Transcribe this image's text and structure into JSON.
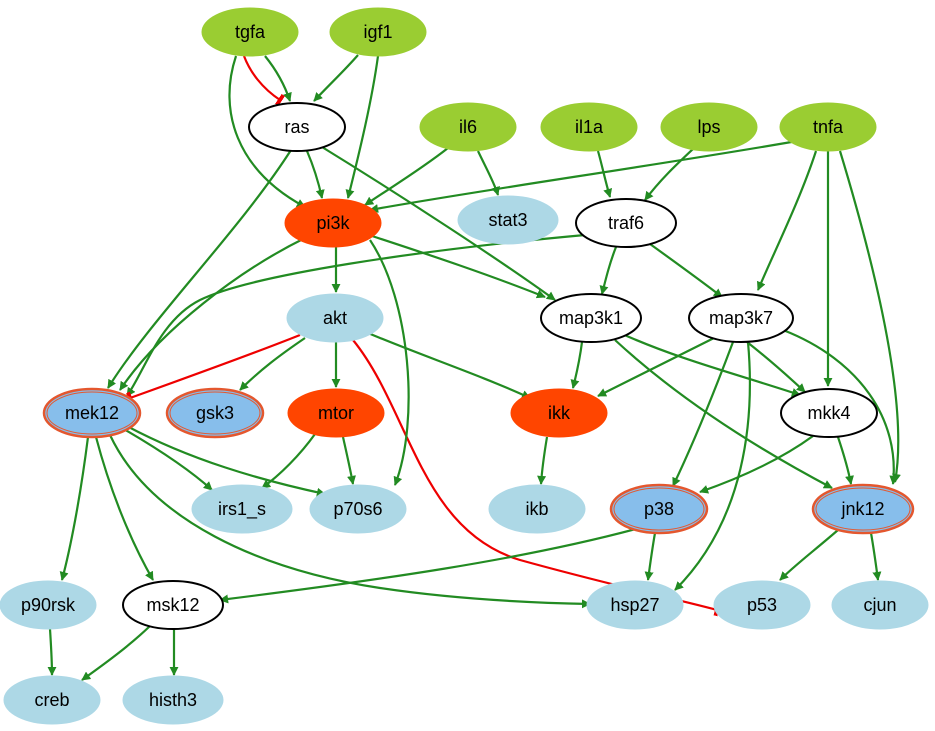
{
  "colors": {
    "stimulus": "#9ACD32",
    "inhibitor": "#FF4500",
    "readout": "#ADD8E6",
    "readout_dark": "#87BEEB",
    "hidden": "#FFFFFF",
    "activation_edge": "#228B22",
    "inhibition_edge": "#EE0000",
    "node_outline": "#000000",
    "inhibitor_outline": "#E4572E"
  },
  "nodes": {
    "tgfa": {
      "label": "tgfa",
      "type": "stimulus"
    },
    "igf1": {
      "label": "igf1",
      "type": "stimulus"
    },
    "ras": {
      "label": "ras",
      "type": "hidden"
    },
    "il6": {
      "label": "il6",
      "type": "stimulus"
    },
    "il1a": {
      "label": "il1a",
      "type": "stimulus"
    },
    "lps": {
      "label": "lps",
      "type": "stimulus"
    },
    "tnfa": {
      "label": "tnfa",
      "type": "stimulus"
    },
    "pi3k": {
      "label": "pi3k",
      "type": "inhibitor"
    },
    "stat3": {
      "label": "stat3",
      "type": "readout"
    },
    "traf6": {
      "label": "traf6",
      "type": "hidden"
    },
    "akt": {
      "label": "akt",
      "type": "readout"
    },
    "map3k1": {
      "label": "map3k1",
      "type": "hidden"
    },
    "map3k7": {
      "label": "map3k7",
      "type": "hidden"
    },
    "mek12": {
      "label": "mek12",
      "type": "readout-inhibited"
    },
    "gsk3": {
      "label": "gsk3",
      "type": "readout-inhibited"
    },
    "mtor": {
      "label": "mtor",
      "type": "inhibitor"
    },
    "ikk": {
      "label": "ikk",
      "type": "inhibitor"
    },
    "mkk4": {
      "label": "mkk4",
      "type": "hidden"
    },
    "irs1_s": {
      "label": "irs1_s",
      "type": "readout"
    },
    "p70s6": {
      "label": "p70s6",
      "type": "readout"
    },
    "ikb": {
      "label": "ikb",
      "type": "readout"
    },
    "p38": {
      "label": "p38",
      "type": "readout-inhibited"
    },
    "jnk12": {
      "label": "jnk12",
      "type": "readout-inhibited"
    },
    "p90rsk": {
      "label": "p90rsk",
      "type": "readout"
    },
    "msk12": {
      "label": "msk12",
      "type": "hidden"
    },
    "hsp27": {
      "label": "hsp27",
      "type": "readout"
    },
    "p53": {
      "label": "p53",
      "type": "readout"
    },
    "cjun": {
      "label": "cjun",
      "type": "readout"
    },
    "creb": {
      "label": "creb",
      "type": "readout"
    },
    "histh3": {
      "label": "histh3",
      "type": "readout"
    }
  },
  "edges": [
    {
      "from": "tgfa",
      "to": "ras",
      "type": "activation"
    },
    {
      "from": "tgfa",
      "to": "ras",
      "type": "inhibition"
    },
    {
      "from": "igf1",
      "to": "ras",
      "type": "activation"
    },
    {
      "from": "tgfa",
      "to": "pi3k",
      "type": "activation"
    },
    {
      "from": "igf1",
      "to": "pi3k",
      "type": "activation"
    },
    {
      "from": "ras",
      "to": "pi3k",
      "type": "activation"
    },
    {
      "from": "il6",
      "to": "pi3k",
      "type": "activation"
    },
    {
      "from": "tnfa",
      "to": "pi3k",
      "type": "activation"
    },
    {
      "from": "il6",
      "to": "stat3",
      "type": "activation"
    },
    {
      "from": "il1a",
      "to": "traf6",
      "type": "activation"
    },
    {
      "from": "lps",
      "to": "traf6",
      "type": "activation"
    },
    {
      "from": "ras",
      "to": "map3k1",
      "type": "activation"
    },
    {
      "from": "pi3k",
      "to": "map3k1",
      "type": "activation"
    },
    {
      "from": "traf6",
      "to": "map3k1",
      "type": "activation"
    },
    {
      "from": "traf6",
      "to": "map3k7",
      "type": "activation"
    },
    {
      "from": "tnfa",
      "to": "map3k7",
      "type": "activation"
    },
    {
      "from": "tnfa",
      "to": "mkk4",
      "type": "activation"
    },
    {
      "from": "tnfa",
      "to": "jnk12",
      "type": "activation"
    },
    {
      "from": "pi3k",
      "to": "akt",
      "type": "activation"
    },
    {
      "from": "ras",
      "to": "mek12",
      "type": "activation"
    },
    {
      "from": "pi3k",
      "to": "mek12",
      "type": "activation"
    },
    {
      "from": "traf6",
      "to": "mek12",
      "type": "activation"
    },
    {
      "from": "akt",
      "to": "mek12",
      "type": "inhibition"
    },
    {
      "from": "akt",
      "to": "gsk3",
      "type": "activation"
    },
    {
      "from": "akt",
      "to": "mtor",
      "type": "activation"
    },
    {
      "from": "akt",
      "to": "ikk",
      "type": "activation"
    },
    {
      "from": "akt",
      "to": "p53",
      "type": "inhibition"
    },
    {
      "from": "pi3k",
      "to": "p70s6",
      "type": "activation"
    },
    {
      "from": "map3k1",
      "to": "ikk",
      "type": "activation"
    },
    {
      "from": "map3k7",
      "to": "ikk",
      "type": "activation"
    },
    {
      "from": "map3k1",
      "to": "mkk4",
      "type": "activation"
    },
    {
      "from": "map3k7",
      "to": "mkk4",
      "type": "activation"
    },
    {
      "from": "map3k1",
      "to": "jnk12",
      "type": "activation"
    },
    {
      "from": "map3k7",
      "to": "jnk12",
      "type": "activation"
    },
    {
      "from": "map3k7",
      "to": "p38",
      "type": "activation"
    },
    {
      "from": "map3k7",
      "to": "hsp27",
      "type": "activation"
    },
    {
      "from": "mkk4",
      "to": "p38",
      "type": "activation"
    },
    {
      "from": "mkk4",
      "to": "jnk12",
      "type": "activation"
    },
    {
      "from": "ikk",
      "to": "ikb",
      "type": "activation"
    },
    {
      "from": "mtor",
      "to": "irs1_s",
      "type": "activation"
    },
    {
      "from": "mtor",
      "to": "p70s6",
      "type": "activation"
    },
    {
      "from": "mek12",
      "to": "irs1_s",
      "type": "activation"
    },
    {
      "from": "mek12",
      "to": "p70s6",
      "type": "activation"
    },
    {
      "from": "mek12",
      "to": "p90rsk",
      "type": "activation"
    },
    {
      "from": "mek12",
      "to": "msk12",
      "type": "activation"
    },
    {
      "from": "mek12",
      "to": "hsp27",
      "type": "activation"
    },
    {
      "from": "p38",
      "to": "msk12",
      "type": "activation"
    },
    {
      "from": "p38",
      "to": "hsp27",
      "type": "activation"
    },
    {
      "from": "jnk12",
      "to": "p53",
      "type": "activation"
    },
    {
      "from": "jnk12",
      "to": "cjun",
      "type": "activation"
    },
    {
      "from": "p90rsk",
      "to": "creb",
      "type": "activation"
    },
    {
      "from": "msk12",
      "to": "creb",
      "type": "activation"
    },
    {
      "from": "msk12",
      "to": "histh3",
      "type": "activation"
    }
  ]
}
